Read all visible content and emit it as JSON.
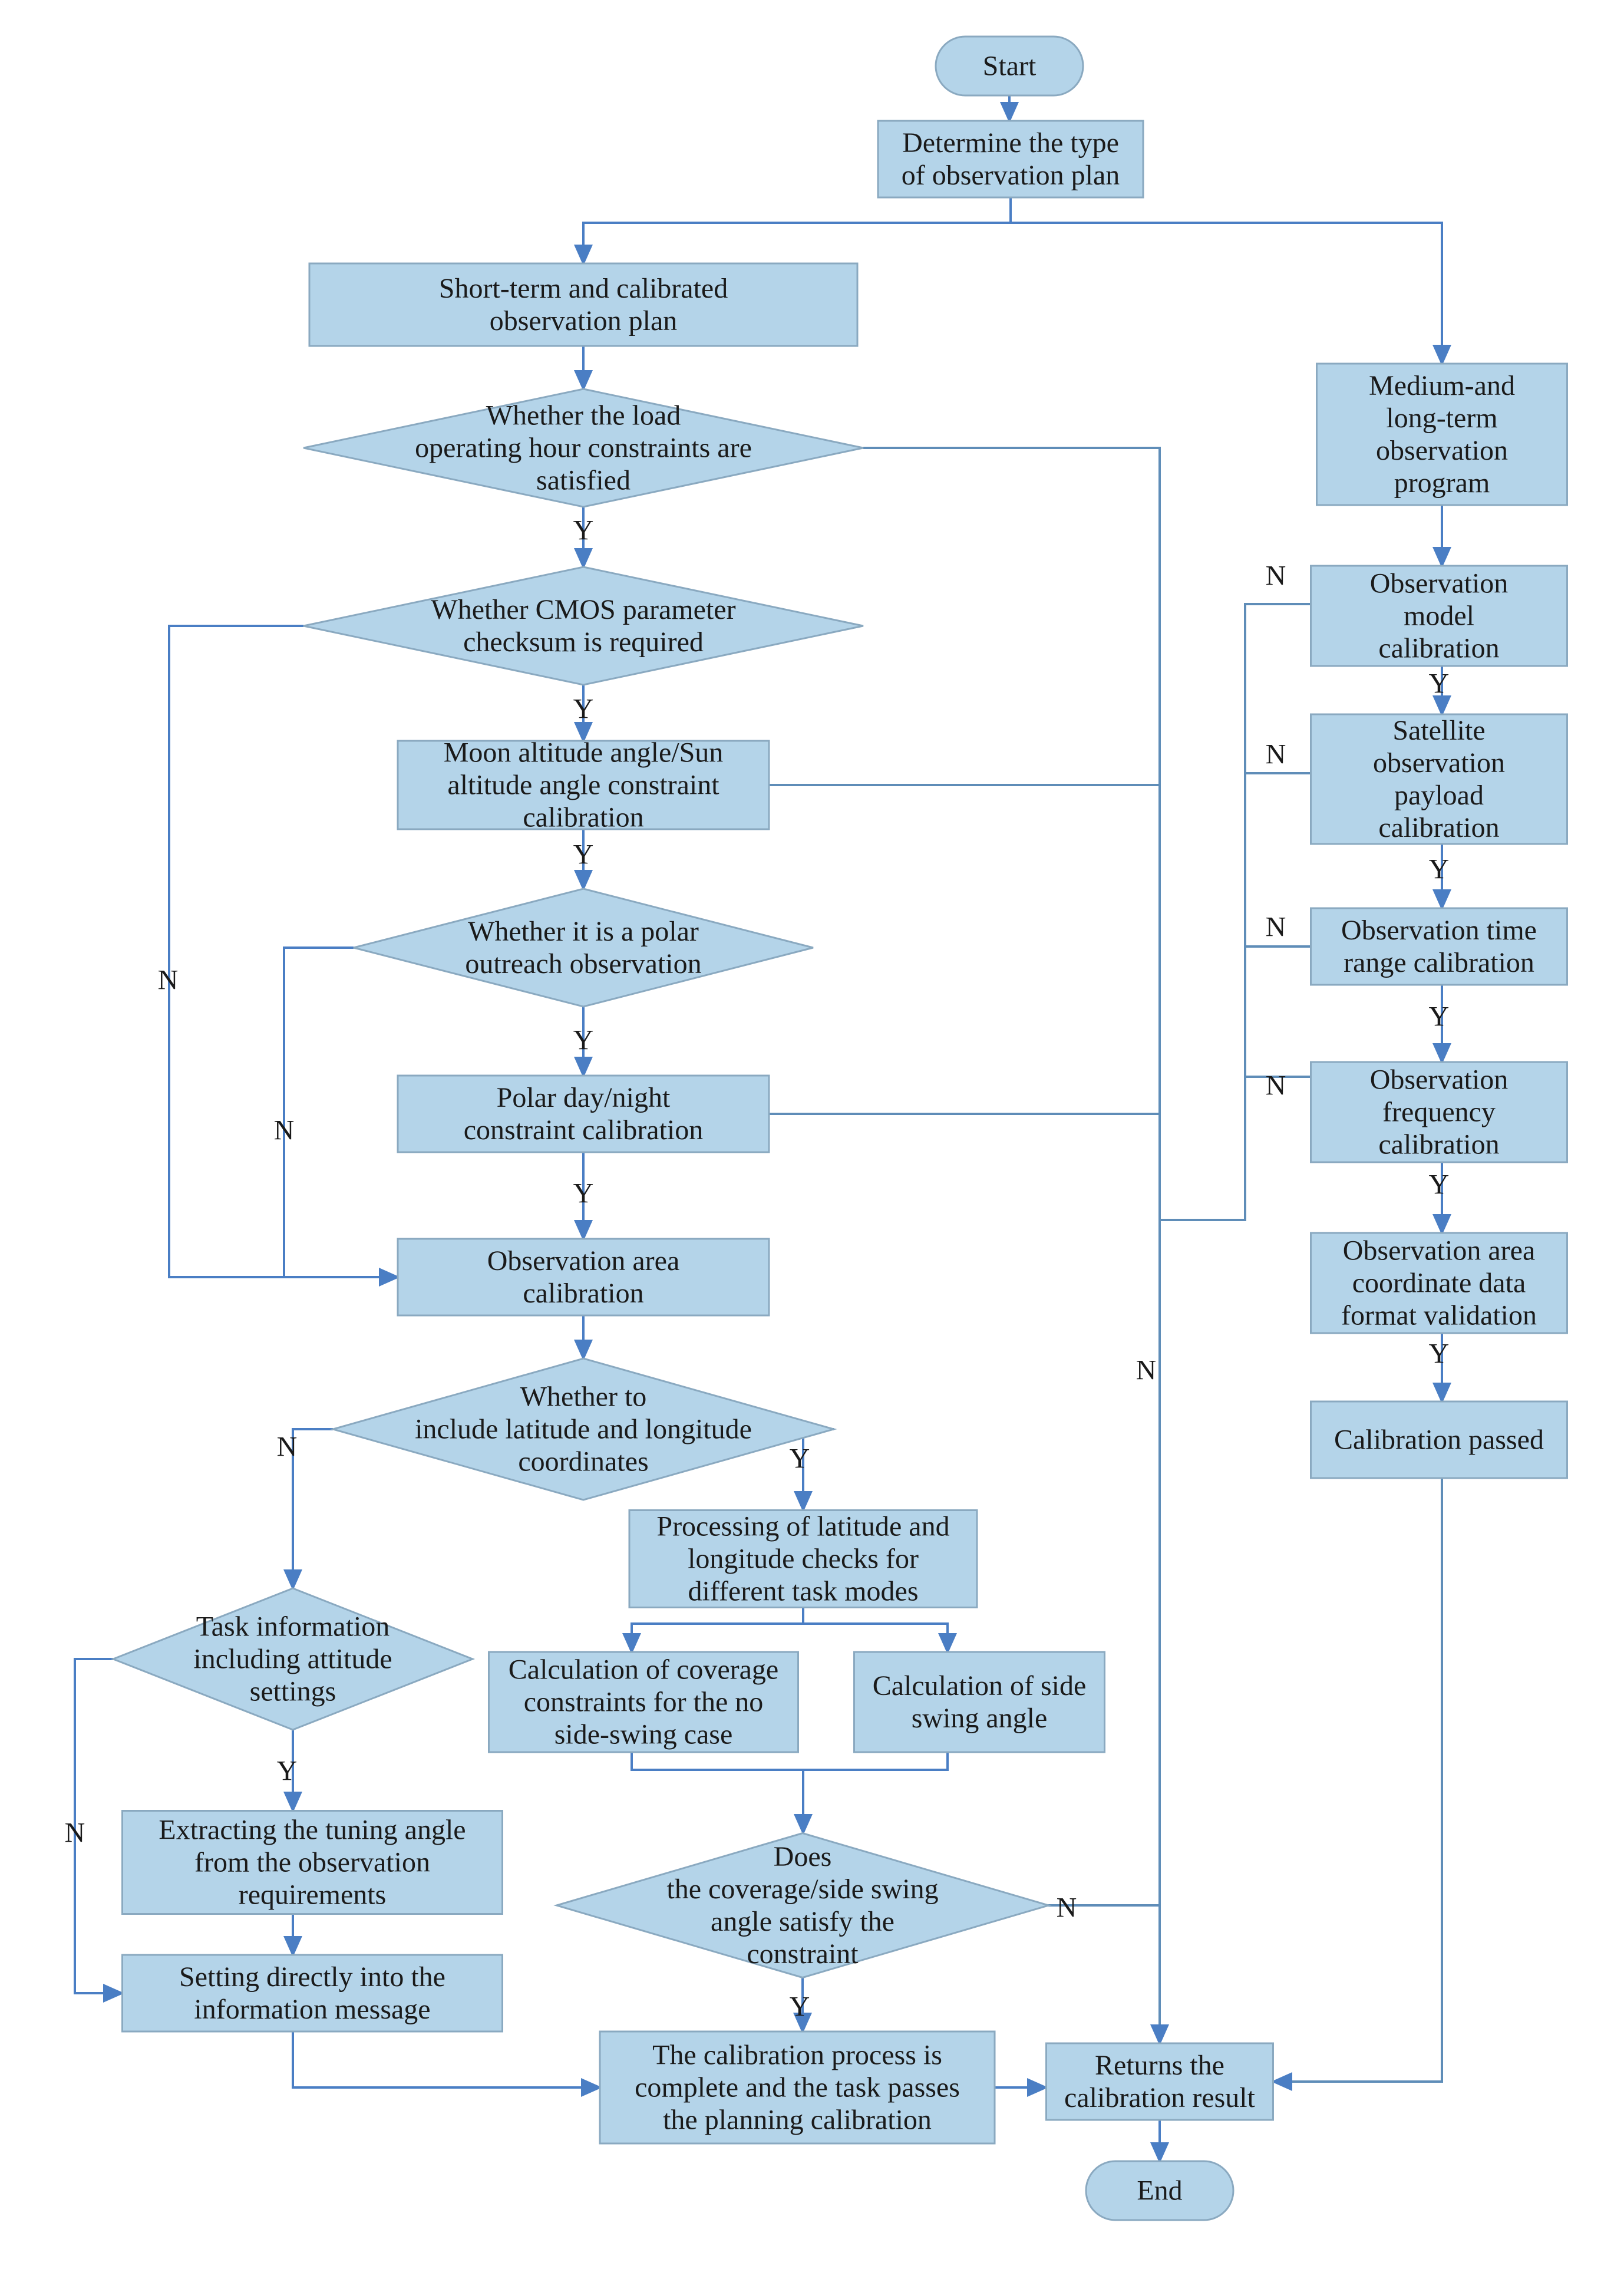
{
  "colors": {
    "node_fill": "#b4d4e9",
    "node_stroke": "#8aa9c0",
    "arrow_blue": "#4a7ec4",
    "connector_gray": "#5f8db8"
  },
  "nodes": {
    "start": [
      "Start"
    ],
    "determine": [
      "Determine the type",
      "of observation plan"
    ],
    "short_term": [
      "Short-term and calibrated",
      "observation plan"
    ],
    "medium_long": [
      "Medium-and",
      "long-term",
      "observation",
      "program"
    ],
    "d_load_hours": [
      "Whether the load",
      "operating hour constraints are",
      "satisfied"
    ],
    "d_cmos": [
      "Whether CMOS parameter",
      "checksum is required"
    ],
    "moon_sun": [
      "Moon altitude angle/Sun",
      "altitude angle constraint",
      "calibration"
    ],
    "d_polar": [
      "Whether it is a polar",
      "outreach observation"
    ],
    "polar_daynight": [
      "Polar day/night",
      "constraint calibration"
    ],
    "obs_area": [
      "Observation area",
      "calibration"
    ],
    "d_latlon": [
      "Whether to",
      "include latitude and longitude",
      "coordinates"
    ],
    "d_task_info": [
      "Task information",
      "including attitude",
      "settings"
    ],
    "extract_tuning": [
      "Extracting the tuning angle",
      "from the observation",
      "requirements"
    ],
    "set_direct": [
      "Setting directly into the",
      "information message"
    ],
    "proc_latlon": [
      "Processing of latitude and",
      "longitude checks for",
      "different task modes"
    ],
    "calc_coverage": [
      "Calculation of coverage",
      "constraints for the no",
      "side-swing case"
    ],
    "calc_side": [
      "Calculation of side",
      "swing angle"
    ],
    "d_coverage": [
      "Does",
      "the coverage/side swing",
      "angle satisfy the",
      "constraint"
    ],
    "complete": [
      "The calibration process is",
      "complete and the task passes",
      "the planning calibration"
    ],
    "returns": [
      "Returns the",
      "calibration result"
    ],
    "end": [
      "End"
    ],
    "obs_model": [
      "Observation",
      "model",
      "calibration"
    ],
    "sat_payload": [
      "Satellite",
      "observation",
      "payload",
      "calibration"
    ],
    "time_range": [
      "Observation time",
      "range calibration"
    ],
    "frequency": [
      "Observation",
      "frequency",
      "calibration"
    ],
    "format_valid": [
      "Observation area",
      "coordinate data",
      "format validation"
    ],
    "passed": [
      "Calibration passed"
    ]
  },
  "edge_labels": {
    "yes": "Y",
    "no": "N"
  }
}
